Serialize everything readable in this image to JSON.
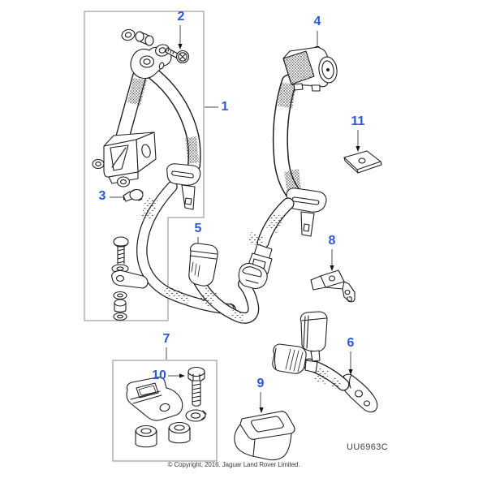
{
  "diagram": {
    "code": "UU6963C",
    "copyright": "© Copyright, 2016. Jaguar Land Rover Limited.",
    "callout_color": "#2b59d8",
    "line_color": "#1f1f1f",
    "box_color": "#8a8a8a",
    "callouts": [
      {
        "number": "1"
      },
      {
        "number": "2"
      },
      {
        "number": "3"
      },
      {
        "number": "4"
      },
      {
        "number": "5"
      },
      {
        "number": "6"
      },
      {
        "number": "7"
      },
      {
        "number": "8"
      },
      {
        "number": "9"
      },
      {
        "number": "10"
      },
      {
        "number": "11"
      }
    ]
  }
}
